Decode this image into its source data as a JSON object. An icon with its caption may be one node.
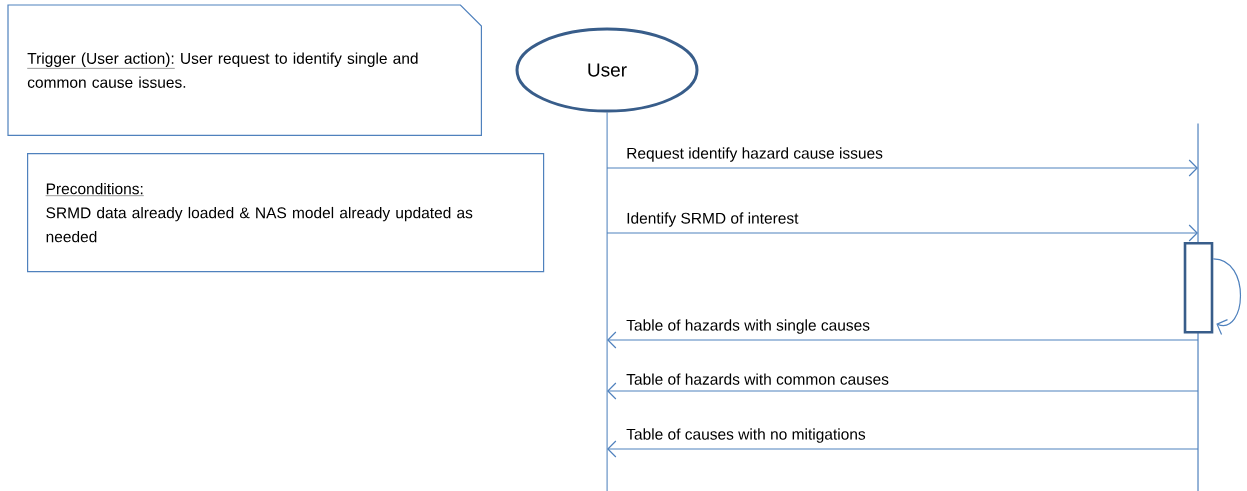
{
  "diagram": {
    "nodes": [
      {
        "text": [
          "Trigger (User action):",
          "User request to identify single and common cause issues."
        ]
      },
      {
        "text": [
          "Preconditions:",
          "SRMD data already loaded & NAS model already updated as needed"
        ]
      },
      {
        "text": [
          "User"
        ]
      },
      {
        "text": [],
        "shape": "line"
      },
      {
        "text": [],
        "shape": "line"
      },
      {
        "text": [],
        "shape": "box"
      }
    ],
    "edges": [
      {
        "from": 3,
        "to": 4,
        "arrow": "to",
        "label": "Request identify hazard cause issues"
      },
      {
        "from": 3,
        "to": 4,
        "arrow": "to",
        "label": "Identify SRMD of interest"
      },
      {
        "from": 5,
        "to": 5,
        "arrow": "to"
      },
      {
        "from": 4,
        "to": 3,
        "arrow": "to",
        "label": "Table of hazards with single causes"
      },
      {
        "from": 4,
        "to": 3,
        "arrow": "to",
        "label": "Table of hazards with common causes"
      },
      {
        "from": 4,
        "to": 3,
        "arrow": "to",
        "label": "Table of causes with no mitigations"
      }
    ]
  }
}
